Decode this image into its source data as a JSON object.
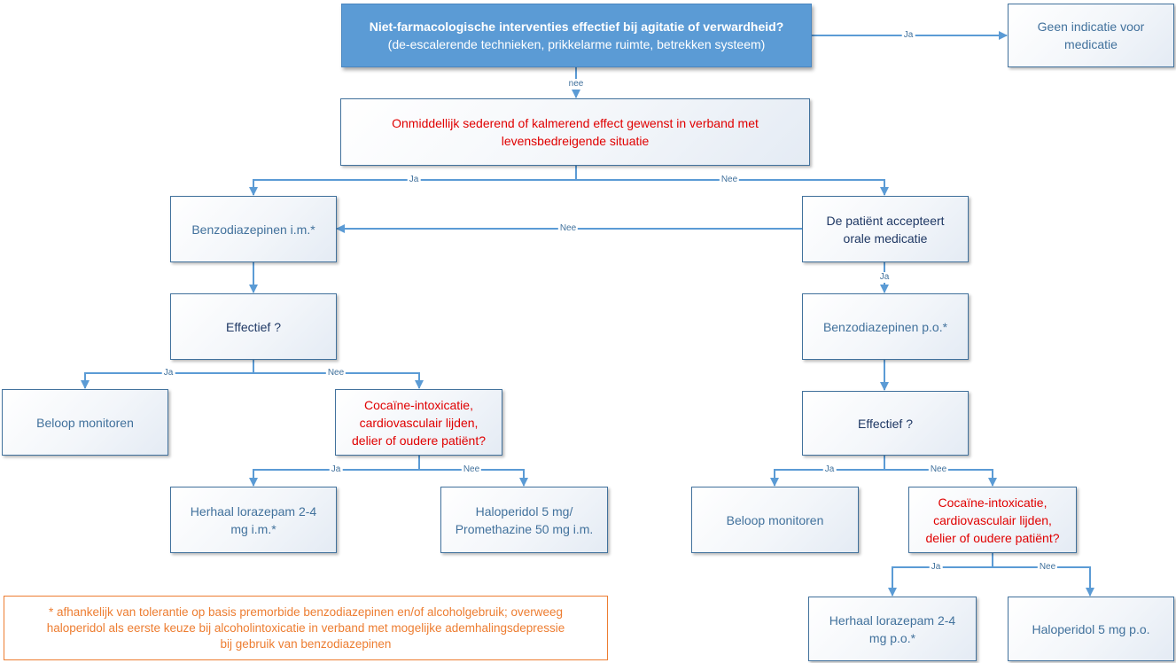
{
  "colors": {
    "line": "#5b9bd5",
    "node_border": "#41719c",
    "header_fill": "#5b9bd5",
    "warning_text": "#e00000",
    "footnote": "#ed7d31"
  },
  "nodes": {
    "start": {
      "line1": "Niet-farmacologische interventies effectief bij agitatie of verwardheid?",
      "line2": "(de-escalerende technieken, prikkelarme ruimte, betrekken systeem)"
    },
    "no_medication": {
      "line1": "Geen indicatie voor",
      "line2": "medicatie"
    },
    "immediate_effect": {
      "line1": "Onmiddellijk sederend of kalmerend effect gewenst in verband met",
      "line2": "levensbedreigende situatie"
    },
    "benzo_im": {
      "line1": "Benzodiazepinen i.m.*"
    },
    "accepts_oral": {
      "line1": "De patiënt accepteert",
      "line2": "orale medicatie"
    },
    "effective_left": {
      "line1": "Effectief ?"
    },
    "benzo_po": {
      "line1": "Benzodiazepinen p.o.*"
    },
    "monitor_left": {
      "line1": "Beloop monitoren"
    },
    "risk_left": {
      "line1": "Cocaïne-intoxicatie,",
      "line2": "cardiovasculair lijden,",
      "line3": "delier of oudere patiënt?"
    },
    "effective_right": {
      "line1": "Effectief ?"
    },
    "repeat_lorazepam_im": {
      "line1": "Herhaal lorazepam 2-4",
      "line2": "mg i.m.*"
    },
    "haloperidol_im": {
      "line1": "Haloperidol 5 mg/",
      "line2": "Promethazine 50 mg i.m."
    },
    "monitor_right": {
      "line1": "Beloop monitoren"
    },
    "risk_right": {
      "line1": "Cocaïne-intoxicatie,",
      "line2": "cardiovasculair lijden,",
      "line3": "delier of oudere patiënt?"
    },
    "repeat_lorazepam_po": {
      "line1": "Herhaal lorazepam 2-4",
      "line2": "mg p.o.*"
    },
    "haloperidol_po": {
      "line1": "Haloperidol 5 mg p.o."
    }
  },
  "footnote": {
    "line1": "* afhankelijk van tolerantie op basis premorbide benzodiazepinen en/of alcoholgebruik; overweeg",
    "line2": "haloperidol als eerste keuze bij alcoholintoxicatie in verband met mogelijke ademhalingsdepressie",
    "line3": "bij gebruik van benzodiazepinen"
  },
  "edges": {
    "start_ja": "Ja",
    "start_nee": "nee",
    "immediate_ja": "Ja",
    "immediate_nee": "Nee",
    "oral_nee": "Nee",
    "oral_ja": "Ja",
    "effective_left_ja": "Ja",
    "effective_left_nee": "Nee",
    "risk_left_ja": "Ja",
    "risk_left_nee": "Nee",
    "effective_right_ja": "Ja",
    "effective_right_nee": "Nee",
    "risk_right_ja": "Ja",
    "risk_right_nee": "Nee"
  }
}
